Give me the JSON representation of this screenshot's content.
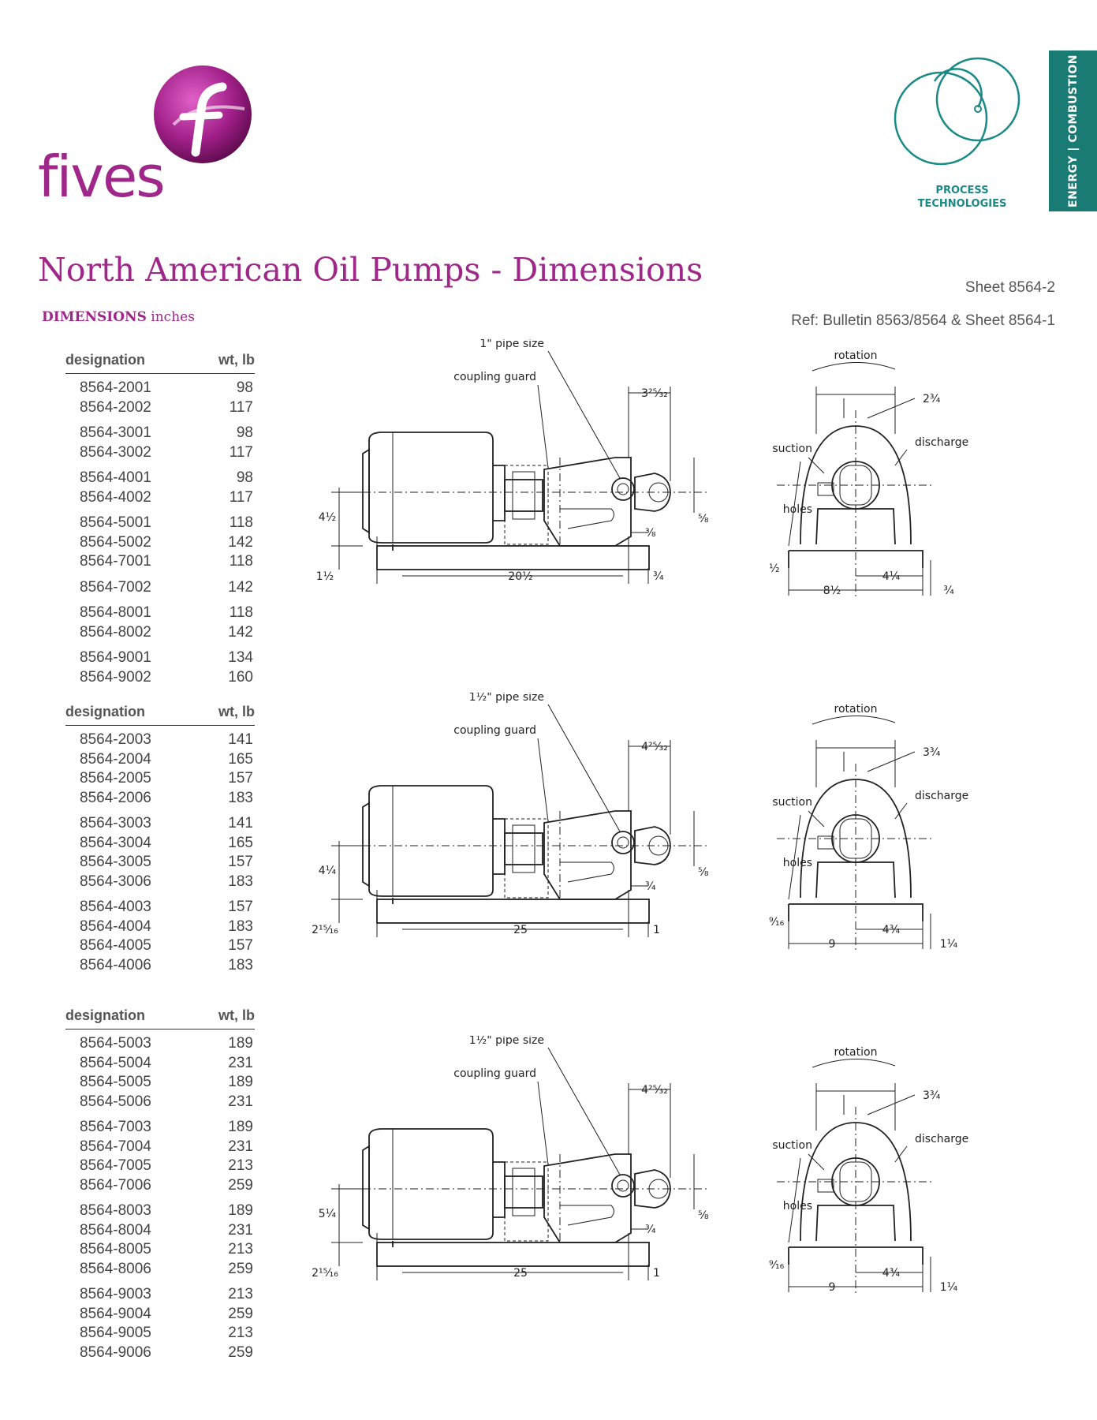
{
  "brand": {
    "name": "fives",
    "process_label_1": "PROCESS",
    "process_label_2": "TECHNOLOGIES",
    "side_tab": "ENERGY | COMBUSTION",
    "brand_color": "#a0278a",
    "accent_color": "#1a7a74"
  },
  "header": {
    "title": "North American Oil Pumps - Dimensions",
    "sheet": "Sheet 8564-2",
    "ref": "Ref: Bulletin 8563/8564 & Sheet 8564-1",
    "dims_label": "DIMENSIONS",
    "dims_unit": "inches"
  },
  "tables": [
    {
      "col1": "designation",
      "col2": "wt, lb",
      "rows": [
        [
          "8564-2001",
          "98",
          false
        ],
        [
          "8564-2002",
          "117",
          false
        ],
        [
          "8564-3001",
          "98",
          true
        ],
        [
          "8564-3002",
          "117",
          false
        ],
        [
          "8564-4001",
          "98",
          true
        ],
        [
          "8564-4002",
          "117",
          false
        ],
        [
          "8564-5001",
          "118",
          true
        ],
        [
          "8564-5002",
          "142",
          false
        ],
        [
          "8564-7001",
          "118",
          false
        ],
        [
          "8564-7002",
          "142",
          true
        ],
        [
          "8564-8001",
          "118",
          true
        ],
        [
          "8564-8002",
          "142",
          false
        ],
        [
          "8564-9001",
          "134",
          true
        ],
        [
          "8564-9002",
          "160",
          false
        ]
      ]
    },
    {
      "col1": "designation",
      "col2": "wt, lb",
      "rows": [
        [
          "8564-2003",
          "141",
          false
        ],
        [
          "8564-2004",
          "165",
          false
        ],
        [
          "8564-2005",
          "157",
          false
        ],
        [
          "8564-2006",
          "183",
          false
        ],
        [
          "8564-3003",
          "141",
          true
        ],
        [
          "8564-3004",
          "165",
          false
        ],
        [
          "8564-3005",
          "157",
          false
        ],
        [
          "8564-3006",
          "183",
          false
        ],
        [
          "8564-4003",
          "157",
          true
        ],
        [
          "8564-4004",
          "183",
          false
        ],
        [
          "8564-4005",
          "157",
          false
        ],
        [
          "8564-4006",
          "183",
          false
        ]
      ]
    },
    {
      "col1": "designation",
      "col2": "wt, lb",
      "rows": [
        [
          "8564-5003",
          "189",
          false
        ],
        [
          "8564-5004",
          "231",
          false
        ],
        [
          "8564-5005",
          "189",
          false
        ],
        [
          "8564-5006",
          "231",
          false
        ],
        [
          "8564-7003",
          "189",
          true
        ],
        [
          "8564-7004",
          "231",
          false
        ],
        [
          "8564-7005",
          "213",
          false
        ],
        [
          "8564-7006",
          "259",
          false
        ],
        [
          "8564-8003",
          "189",
          true
        ],
        [
          "8564-8004",
          "231",
          false
        ],
        [
          "8564-8005",
          "213",
          false
        ],
        [
          "8564-8006",
          "259",
          false
        ],
        [
          "8564-9003",
          "213",
          true
        ],
        [
          "8564-9004",
          "259",
          false
        ],
        [
          "8564-9005",
          "213",
          false
        ],
        [
          "8564-9006",
          "259",
          false
        ]
      ]
    }
  ],
  "drawings": [
    {
      "pipe": "1\" pipe size",
      "coupling": "coupling guard",
      "top_dim": "3²⁵⁄₃₂",
      "height": "4½",
      "base_h": "1½",
      "length": "20½",
      "end_gap": "¾",
      "small": "⅜",
      "offset": "⅝",
      "rotation": "rotation",
      "top_w": "2¾",
      "suction": "suction",
      "discharge": "discharge",
      "holes": "holes",
      "hole_size": "½",
      "half_w": "4¼",
      "width": "8½",
      "edge": "¾"
    },
    {
      "pipe": "1½\" pipe size",
      "coupling": "coupling guard",
      "top_dim": "4²⁵⁄₃₂",
      "height": "4¼",
      "base_h": "2¹⁵⁄₁₆",
      "length": "25",
      "end_gap": "1",
      "small": "¾",
      "offset": "⅝",
      "rotation": "rotation",
      "top_w": "3¾",
      "suction": "suction",
      "discharge": "discharge",
      "holes": "holes",
      "hole_size": "⁹⁄₁₆",
      "half_w": "4¾",
      "width": "9",
      "edge": "1¼"
    },
    {
      "pipe": "1½\" pipe size",
      "coupling": "coupling guard",
      "top_dim": "4²⁵⁄₃₂",
      "height": "5¼",
      "base_h": "2¹⁵⁄₁₆",
      "length": "25",
      "end_gap": "1",
      "small": "¾",
      "offset": "⅝",
      "rotation": "rotation",
      "top_w": "3¾",
      "suction": "suction",
      "discharge": "discharge",
      "holes": "holes",
      "hole_size": "⁹⁄₁₆",
      "half_w": "4¾",
      "width": "9",
      "edge": "1¼"
    }
  ]
}
